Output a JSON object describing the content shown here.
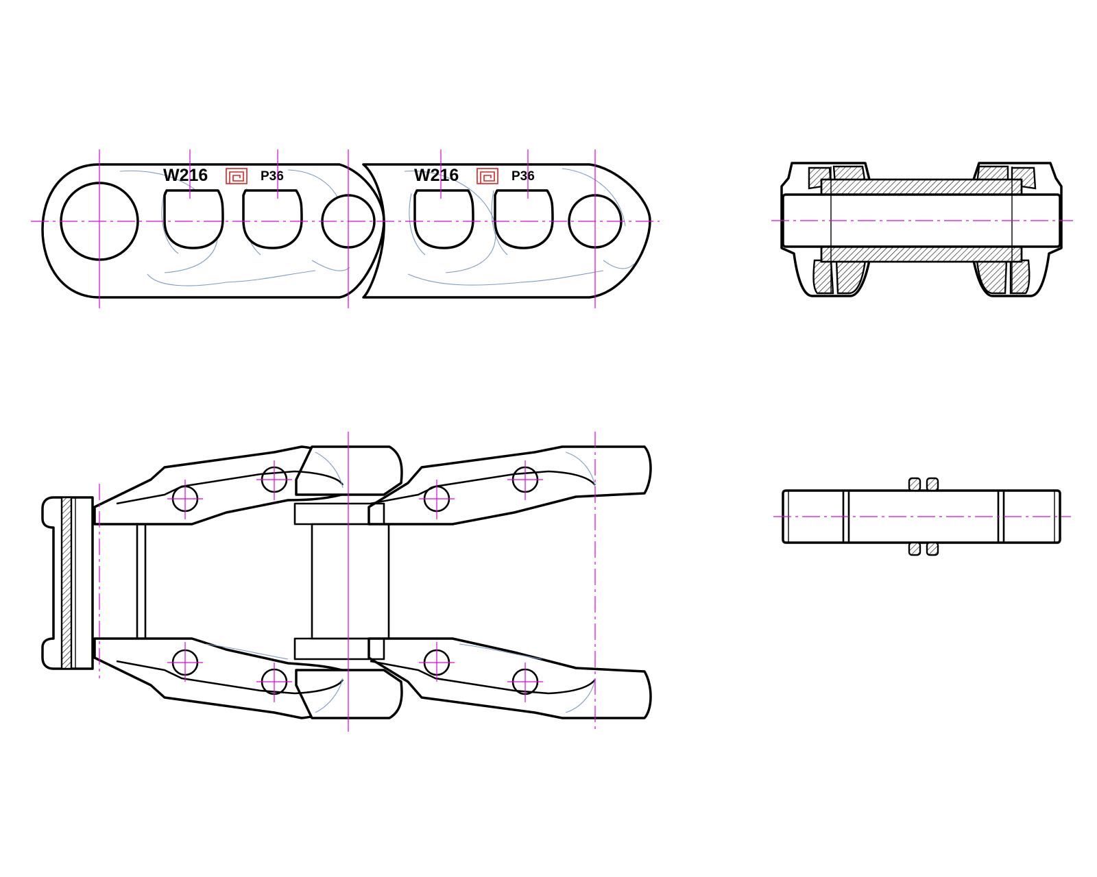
{
  "labels": [
    {
      "main": "W216",
      "sub": "P36"
    },
    {
      "main": "W216",
      "sub": "P36"
    }
  ],
  "colors": {
    "outline": "#000000",
    "centerline": "#e000e0",
    "sketch": "#7a9cc6",
    "logo": "#e02020"
  },
  "icons": {
    "logo": "square-spiral-logo-icon"
  }
}
